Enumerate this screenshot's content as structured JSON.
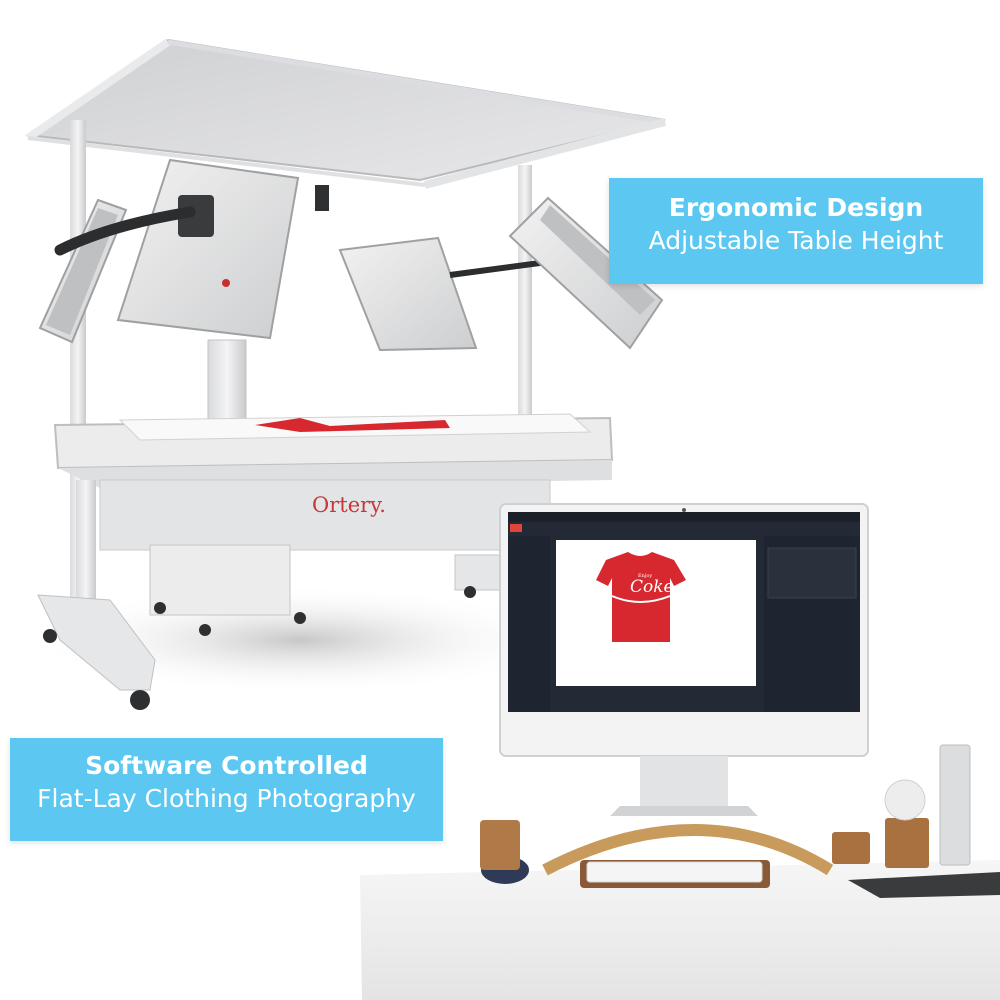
{
  "brand": "Ortery.",
  "callouts": {
    "ergonomic": {
      "title": "Ergonomic Design",
      "subtitle": "Adjustable Table Height"
    },
    "software": {
      "title": "Software Controlled",
      "subtitle": "Flat-Lay Clothing Photography"
    }
  },
  "monitor": {
    "shirt_text": "Coke",
    "shirt_small_text": "Enjoy"
  },
  "colors": {
    "callout": "#5cc8f2",
    "brand_red": "#c8363a",
    "shirt_red": "#d7282f",
    "app_bg": "#232935"
  }
}
